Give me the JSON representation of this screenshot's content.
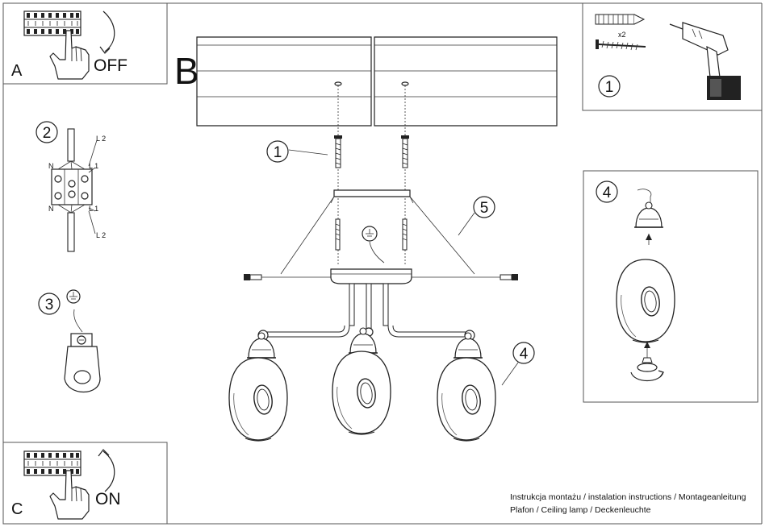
{
  "panels": {
    "a": {
      "letter": "A",
      "switch_label": "OFF"
    },
    "b": {
      "letter": "B"
    },
    "c": {
      "letter": "C",
      "switch_label": "ON"
    }
  },
  "callouts": {
    "step1_tools": "1",
    "step2_wiring": "2",
    "step3_ground": "3",
    "step4_shade": "4",
    "main_1": "1",
    "main_4": "4",
    "main_5": "5"
  },
  "tools": {
    "quantity": "x2"
  },
  "wiring": {
    "l2_top": "L 2",
    "n_top": "N",
    "l1_top": "L 1",
    "n_bottom": "N",
    "l1_bottom": "L 1",
    "l2_bottom": "L 2"
  },
  "footer": {
    "line1": "Instrukcja montażu / instalation instructions / Montageanleitung",
    "line2": "Plafon / Ceiling lamp / Deckenleuchte"
  },
  "colors": {
    "ink": "#222222",
    "frame": "#555555",
    "background": "#ffffff"
  }
}
